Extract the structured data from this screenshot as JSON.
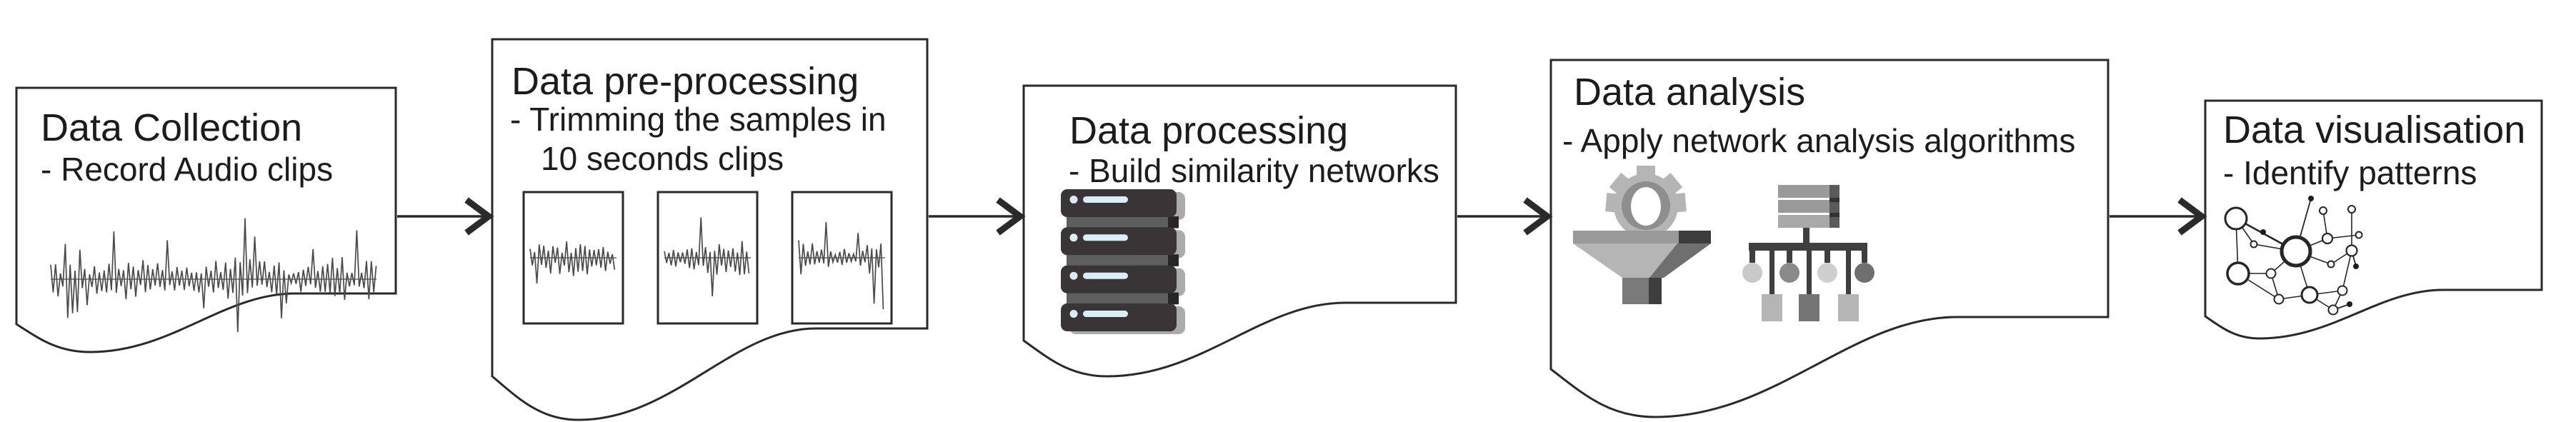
{
  "diagram": {
    "kind": "pipeline-flowchart",
    "direction": "left-to-right",
    "stage_count": 5
  },
  "stages": [
    {
      "title": "Data Collection",
      "details": [
        "- Record Audio clips"
      ],
      "icons": [
        "audio-waveform-icon"
      ]
    },
    {
      "title": "Data pre-processing",
      "details": [
        "- Trimming the samples in",
        "10 seconds clips"
      ],
      "icons": [
        "audio-clip-icon",
        "audio-clip-icon",
        "audio-clip-icon"
      ]
    },
    {
      "title": "Data processing",
      "details": [
        "- Build similarity networks"
      ],
      "icons": [
        "server-stack-icon"
      ]
    },
    {
      "title": "Data analysis",
      "details": [
        "- Apply network analysis algorithms"
      ],
      "icons": [
        "gear-funnel-icon",
        "hierarchy-icon"
      ]
    },
    {
      "title": "Data visualisation",
      "details": [
        "- Identify patterns"
      ],
      "icons": [
        "network-graph-icon"
      ]
    }
  ],
  "connectors": [
    {
      "from": "Data Collection",
      "to": "Data pre-processing"
    },
    {
      "from": "Data pre-processing",
      "to": "Data processing"
    },
    {
      "from": "Data processing",
      "to": "Data analysis"
    },
    {
      "from": "Data analysis",
      "to": "Data visualisation"
    }
  ],
  "colors": {
    "background": "#ffffff",
    "outline": "#2a2a2a",
    "text": "#1c1c1c",
    "waveform": "#4a4a4a",
    "server_body": "#393536",
    "server_connector": "#5e5e5e",
    "server_shadow": "#ababab",
    "indicator_blue": "#d9eef6",
    "icon_gray_light": "#b5b5b5",
    "icon_gray_mid": "#8e8e8e",
    "icon_gray_dark": "#3f3f3f"
  }
}
